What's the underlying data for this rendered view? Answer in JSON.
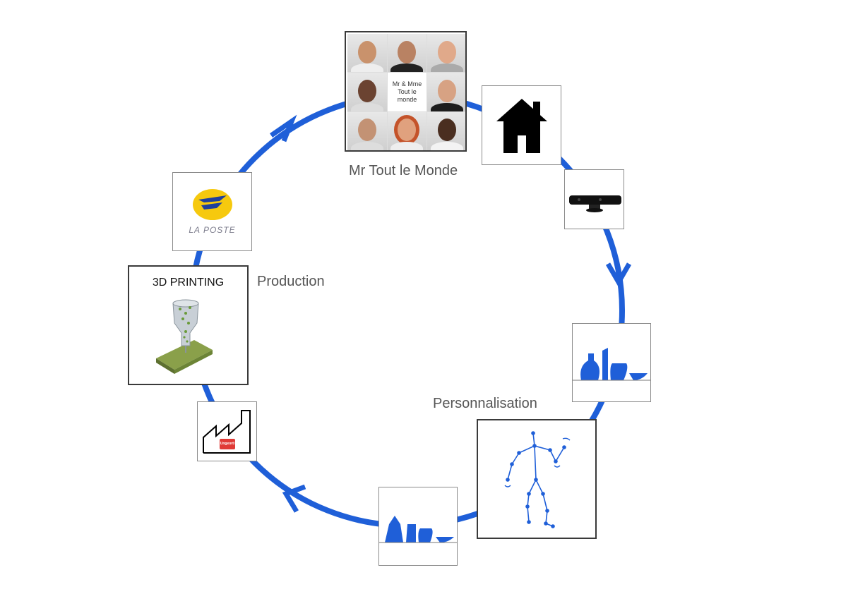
{
  "diagram": {
    "labels": {
      "top_caption": "Mr Tout le Monde",
      "production": "Production",
      "personnalisation": "Personnalisation"
    },
    "portraits": {
      "center_text": "Mr & Mme\nTout le\nmonde"
    },
    "printing": {
      "title": "3D PRINTING"
    },
    "laposte": {
      "text": "LA POSTE"
    },
    "factory": {
      "badge": "Ungeorti"
    },
    "colors": {
      "cycle_blue": "#1f5fd8",
      "laposte_yellow": "#f6c90e",
      "laposte_blue": "#1f3f9c",
      "factory_red": "#e03a36"
    },
    "nodes": [
      "portrait-grid",
      "house",
      "kinect-sensor",
      "vase-shapes",
      "skeleton",
      "vase-shapes-2",
      "factory",
      "3d-printing",
      "la-poste"
    ]
  }
}
